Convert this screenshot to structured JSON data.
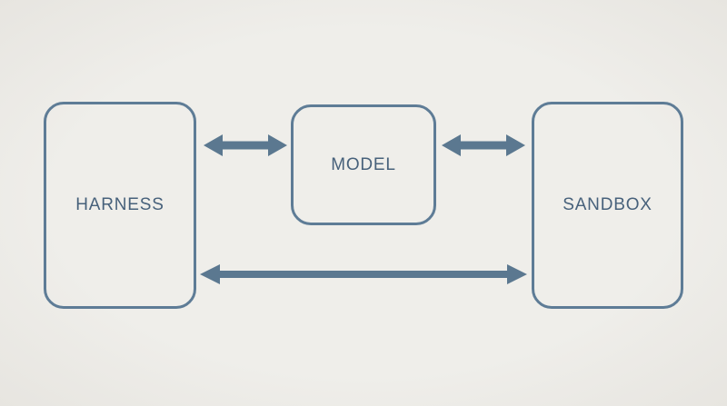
{
  "diagram": {
    "title": "harness-model-sandbox-architecture",
    "nodes": [
      {
        "id": "harness",
        "label": "HARNESS"
      },
      {
        "id": "model",
        "label": "MODEL"
      },
      {
        "id": "sandbox",
        "label": "SANDBOX"
      }
    ],
    "edges": [
      {
        "from": "harness",
        "to": "model",
        "bidirectional": true
      },
      {
        "from": "model",
        "to": "sandbox",
        "bidirectional": true
      },
      {
        "from": "harness",
        "to": "sandbox",
        "bidirectional": true
      }
    ],
    "colors": {
      "background": "#EFEEEA",
      "node_border": "#5E7C96",
      "node_text": "#47617B",
      "arrow": "#5B7890"
    }
  }
}
